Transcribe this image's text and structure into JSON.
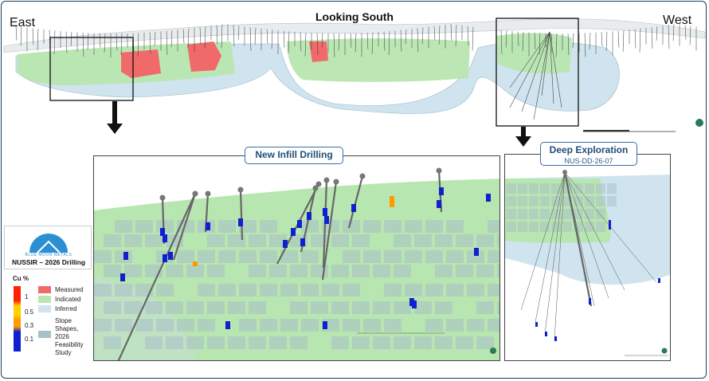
{
  "header": {
    "title": "Looking South",
    "east_label": "East",
    "west_label": "West"
  },
  "callouts": {
    "infill": {
      "title": "New Infill Drilling"
    },
    "deep": {
      "title": "Deep Exploration",
      "subtitle": "NUS-DD-26-07"
    }
  },
  "logo": {
    "brand": "BLUE MOON METALS",
    "caption": "NUSSIR – 2026 Drilling"
  },
  "legend": {
    "cu_title": "Cu %",
    "scale_ticks": [
      "1",
      "0.5",
      "0.3",
      "0.1"
    ],
    "scale_colors": [
      "#ff2200",
      "#ffd000",
      "#ff9a00",
      "#1020d0"
    ],
    "categories": [
      {
        "label": "Measured",
        "color": "#f06a6a"
      },
      {
        "label": "Indicated",
        "color": "#b8e6b0"
      },
      {
        "label": "Inferred",
        "color": "#cfe4ee"
      },
      {
        "label": "Stope Shapes, 2026 Feasibility Study",
        "color": "#a9bfc9"
      }
    ]
  },
  "colors": {
    "indicated": "#b8e6b0",
    "inferred": "#cfe4ee",
    "measured": "#f06a6a",
    "stope": "#a9bfc9",
    "drill_trace": "#555555",
    "frame": "#1f3b5a",
    "callout_border": "#3a6ea5"
  }
}
